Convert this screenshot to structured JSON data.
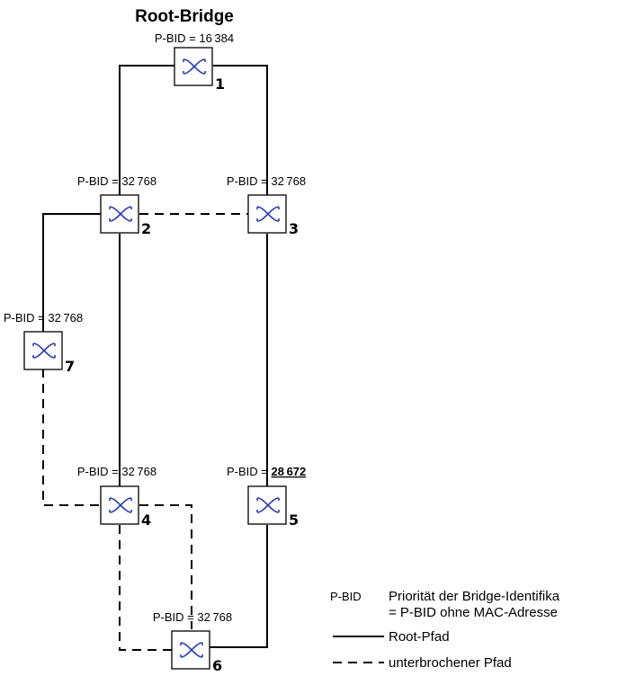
{
  "title": "Root-Bridge",
  "bridges": [
    {
      "id": "1",
      "pbid": "P-BID = 16 384"
    },
    {
      "id": "2",
      "pbid": "P-BID = 32 768"
    },
    {
      "id": "3",
      "pbid": "P-BID = 32 768"
    },
    {
      "id": "7",
      "pbid": "P-BID = 32 768"
    },
    {
      "id": "4",
      "pbid": "P-BID = 32 768"
    },
    {
      "id": "5",
      "pbid_prefix": "P-BID = ",
      "pbid_value": "28 672"
    },
    {
      "id": "6",
      "pbid": "P-BID = 32 768"
    }
  ],
  "legend": {
    "abbrev": "P-BID",
    "desc_line1": "Priorität der  Bridge-Identifika",
    "desc_line2": "= P-BID ohne MAC-Adresse",
    "solid_label": "Root-Pfad",
    "dashed_label": "unterbrochener Pfad"
  }
}
